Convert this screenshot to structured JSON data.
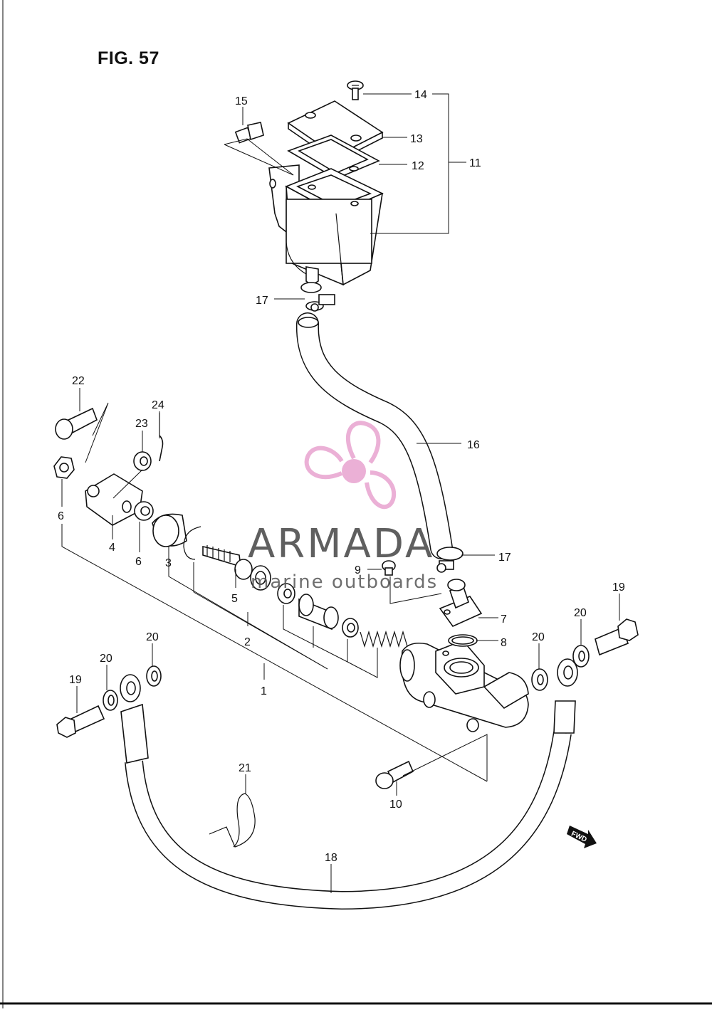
{
  "figure": {
    "title": "FIG. 57"
  },
  "watermark": {
    "brand": "ARMADA",
    "tagline": "marine outboards",
    "color": "#e8a3cf"
  },
  "fwd_label": "FWD",
  "callouts": [
    {
      "id": "c1",
      "text": "1"
    },
    {
      "id": "c2",
      "text": "2"
    },
    {
      "id": "c3",
      "text": "3"
    },
    {
      "id": "c4",
      "text": "4"
    },
    {
      "id": "c5",
      "text": "5"
    },
    {
      "id": "c6a",
      "text": "6"
    },
    {
      "id": "c6b",
      "text": "6"
    },
    {
      "id": "c7",
      "text": "7"
    },
    {
      "id": "c8",
      "text": "8"
    },
    {
      "id": "c9",
      "text": "9"
    },
    {
      "id": "c10",
      "text": "10"
    },
    {
      "id": "c11",
      "text": "11"
    },
    {
      "id": "c12",
      "text": "12"
    },
    {
      "id": "c13",
      "text": "13"
    },
    {
      "id": "c14",
      "text": "14"
    },
    {
      "id": "c15",
      "text": "15"
    },
    {
      "id": "c16",
      "text": "16"
    },
    {
      "id": "c17a",
      "text": "17"
    },
    {
      "id": "c17b",
      "text": "17"
    },
    {
      "id": "c18",
      "text": "18"
    },
    {
      "id": "c19a",
      "text": "19"
    },
    {
      "id": "c19b",
      "text": "19"
    },
    {
      "id": "c20a",
      "text": "20"
    },
    {
      "id": "c20b",
      "text": "20"
    },
    {
      "id": "c20c",
      "text": "20"
    },
    {
      "id": "c20d",
      "text": "20"
    },
    {
      "id": "c21",
      "text": "21"
    },
    {
      "id": "c22",
      "text": "22"
    },
    {
      "id": "c23",
      "text": "23"
    },
    {
      "id": "c24",
      "text": "24"
    }
  ]
}
